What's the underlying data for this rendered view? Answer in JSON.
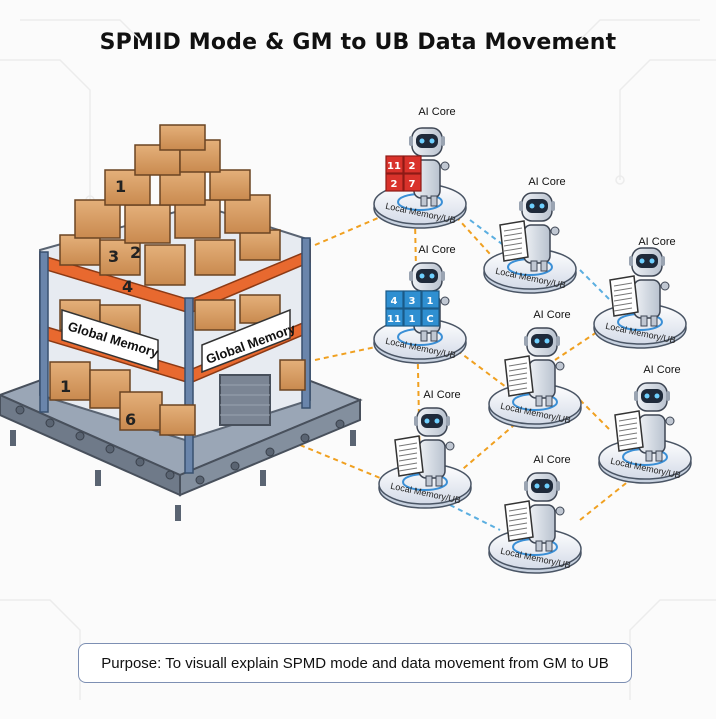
{
  "title": "SPMID Mode & GM to UB Data Movement",
  "warehouse": {
    "label_left": "Global Memory",
    "label_right": "Global Memory",
    "box_numbers": [
      "1",
      "3",
      "2",
      "4",
      "1",
      "6"
    ]
  },
  "cores": [
    {
      "label": "AI Core",
      "memory_label": "Local Memory/UB",
      "holds": "red-blocks",
      "block_numbers": [
        "11",
        "2",
        "2",
        "7"
      ]
    },
    {
      "label": "AI Core",
      "memory_label": "Local Memory/UB",
      "holds": "document"
    },
    {
      "label": "AI Core",
      "memory_label": "Local Memory/UB",
      "holds": "document"
    },
    {
      "label": "AI Core",
      "memory_label": "Local Memory/UB",
      "holds": "blue-blocks",
      "block_numbers": [
        "4",
        "3",
        "1",
        "11",
        "1",
        "C"
      ]
    },
    {
      "label": "AI Core",
      "memory_label": "Local Memory/UB",
      "holds": "document"
    },
    {
      "label": "AI Core",
      "memory_label": "Local Memory/UB",
      "holds": "document"
    },
    {
      "label": "AI Core",
      "memory_label": "Local Memory/UB",
      "holds": "document"
    },
    {
      "label": "AI Core",
      "memory_label": "Local Memory/UB",
      "holds": "document"
    }
  ],
  "caption": "Purpose: To visuall explain SPMD mode and data movement from GM to UB",
  "colors": {
    "shelf": "#e8692f",
    "box": "#d9a066",
    "red_block": "#d9322b",
    "blue_block": "#2f8fd1",
    "link_orange": "#f0a020",
    "link_blue": "#5aaee0"
  }
}
